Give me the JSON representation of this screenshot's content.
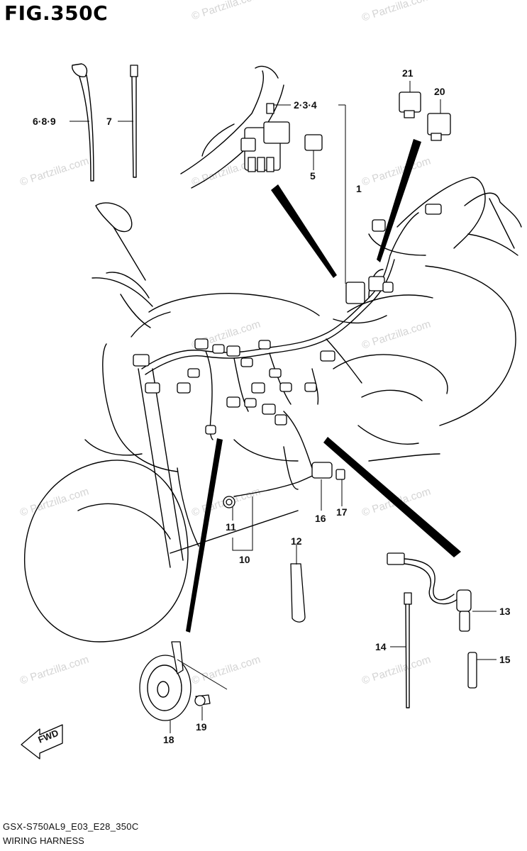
{
  "figure": {
    "title": "FIG.350C",
    "code": "GSX-S750AL9_E03_E28_350C",
    "caption": "WIRING HARNESS"
  },
  "callouts": [
    "1",
    "2·3·4",
    "5",
    "6·8·9",
    "7",
    "10",
    "11",
    "12",
    "13",
    "14",
    "15",
    "16",
    "17",
    "18",
    "19",
    "20",
    "21"
  ],
  "direction_label": "FWD",
  "watermark": "© Partzilla.com"
}
